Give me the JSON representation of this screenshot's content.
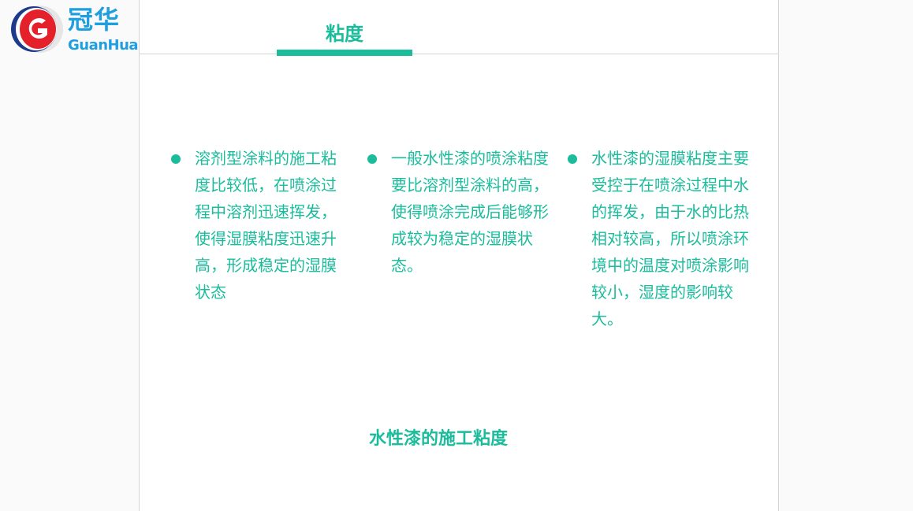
{
  "logo": {
    "cn_text": "冠华",
    "en_text": "GuanHua",
    "mark_letter": "G",
    "colors": {
      "red": "#e4202a",
      "blue": "#1e3a8a",
      "brand_blue": "#1e9fe0"
    }
  },
  "header": {
    "title": "粘度",
    "accent_color": "#1abc9c"
  },
  "bullets": [
    {
      "icon": "bullet-dot",
      "text": "溶剂型涂料的施工粘度比较低，在喷涂过程中溶剂迅速挥发，使得湿膜粘度迅速升高，形成稳定的湿膜状态"
    },
    {
      "icon": "bullet-dot",
      "text": "一般水性漆的喷涂粘度要比溶剂型涂料的高，使得喷涂完成后能够形成较为稳定的湿膜状态。"
    },
    {
      "icon": "bullet-dot",
      "text": "水性漆的湿膜粘度主要受控于在喷涂过程中水的挥发，由于水的比热相对较高，所以喷涂环境中的温度对喷涂影响较小，湿度的影响较大。"
    }
  ],
  "footer": {
    "subtitle": "水性漆的施工粘度"
  }
}
